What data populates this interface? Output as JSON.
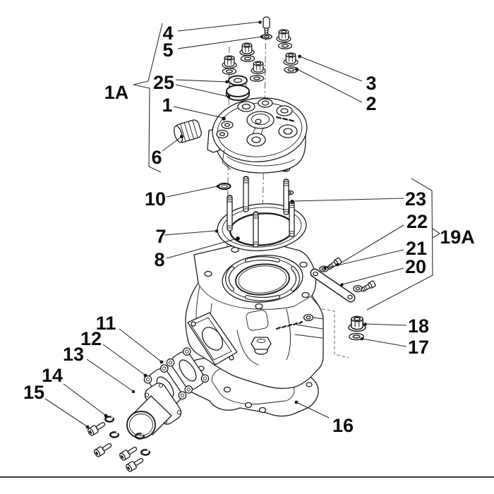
{
  "diagram": {
    "background": "#ffffff",
    "line_color": "#1d1d1d",
    "label_color": "#0c0c0c",
    "callouts": {
      "n4": "4",
      "n5": "5",
      "n1A": "1A",
      "n25": "25",
      "n1": "1",
      "n6": "6",
      "n10": "10",
      "n7": "7",
      "n8": "8",
      "n11": "11",
      "n12": "12",
      "n13": "13",
      "n14": "14",
      "n15": "15",
      "n3": "3",
      "n2": "2",
      "n23": "23",
      "n22": "22",
      "n21": "21",
      "n20": "20",
      "n19A": "19A",
      "n18": "18",
      "n17": "17",
      "n16": "16"
    }
  }
}
